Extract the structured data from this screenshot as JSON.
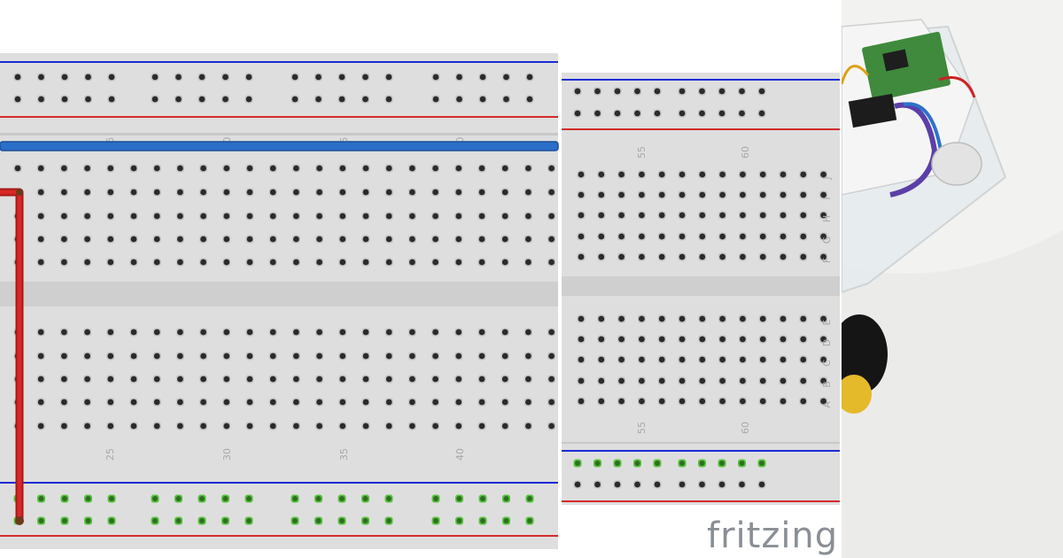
{
  "breadboard": {
    "left_panel_column_labels": [
      "5",
      "0",
      "5",
      "0"
    ],
    "left_panel_bottom_labels": [
      "25",
      "30",
      "35",
      "40"
    ],
    "right_panel_top_labels": [
      "55",
      "60"
    ],
    "right_panel_bottom_labels": [
      "55",
      "60"
    ],
    "row_letters_top": [
      "J",
      "I",
      "H",
      "G",
      "F"
    ],
    "row_letters_bottom": [
      "E",
      "D",
      "C",
      "B",
      "A"
    ]
  },
  "wires": [
    {
      "color": "#cc1f1f",
      "name": "red-jumper-wire"
    },
    {
      "color": "#2a6fc9",
      "name": "blue-jumper-wire"
    }
  ],
  "colors": {
    "board": "#dedede",
    "board_channel": "#cfcfcf",
    "hole": "#2b2b2b",
    "hole_connected": "#57c23d",
    "rail_blue": "#1a2cd6",
    "rail_red": "#d42a2a"
  },
  "branding": {
    "logo_text": "fritzing"
  }
}
